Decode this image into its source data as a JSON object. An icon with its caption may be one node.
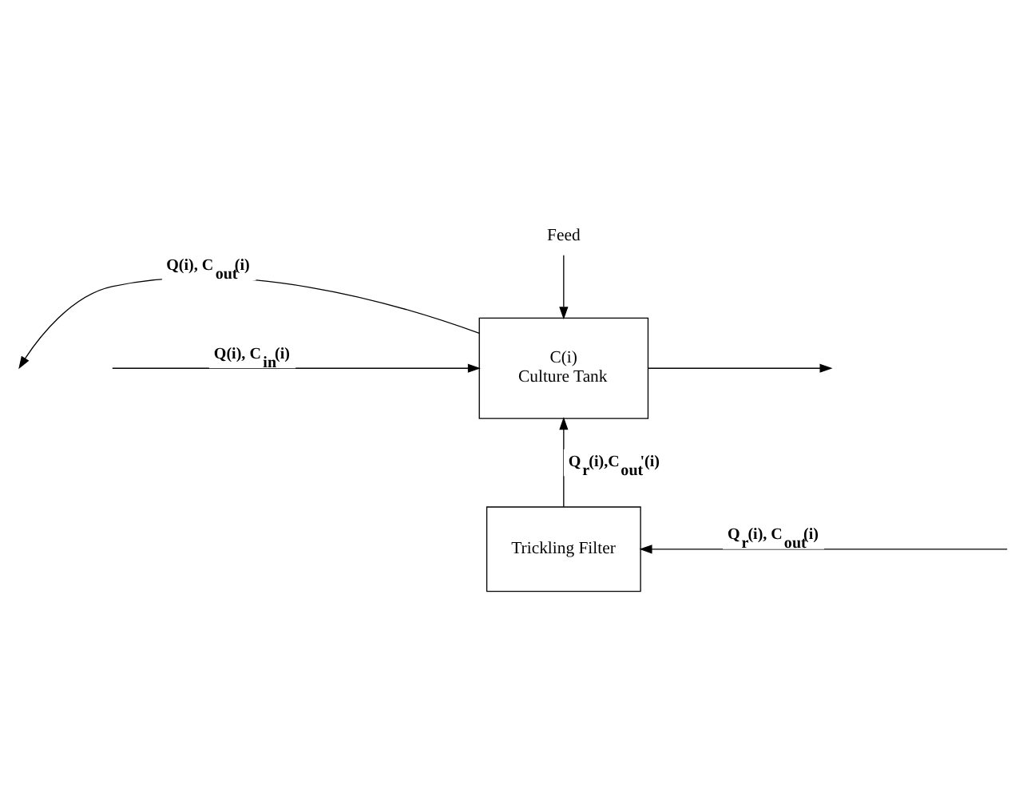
{
  "diagram": {
    "nodes": [
      {
        "text": [
          "Feed"
        ]
      },
      {
        "text": [
          "C(i)",
          "Culture Tank"
        ]
      },
      {
        "text": [
          "Trickling Filter"
        ]
      }
    ],
    "edges": [
      {
        "from": 0,
        "to": 1,
        "arrow": "to"
      },
      {
        "from": 1,
        "to": null,
        "arrow": "to",
        "label": "Q(i), C$_{out}$(i)"
      },
      {
        "from": null,
        "to": 1,
        "arrow": "to",
        "label": "Q(i), C$_{in}$(i)"
      },
      {
        "from": 1,
        "to": null,
        "arrow": "to"
      },
      {
        "from": 2,
        "to": 1,
        "arrow": "to",
        "label": "Q$_{r}$(i),C$_{out}$'(i)"
      },
      {
        "from": null,
        "to": 2,
        "arrow": "to",
        "label": "Q$_{r}$(i), C$_{out}$(i)"
      }
    ]
  }
}
